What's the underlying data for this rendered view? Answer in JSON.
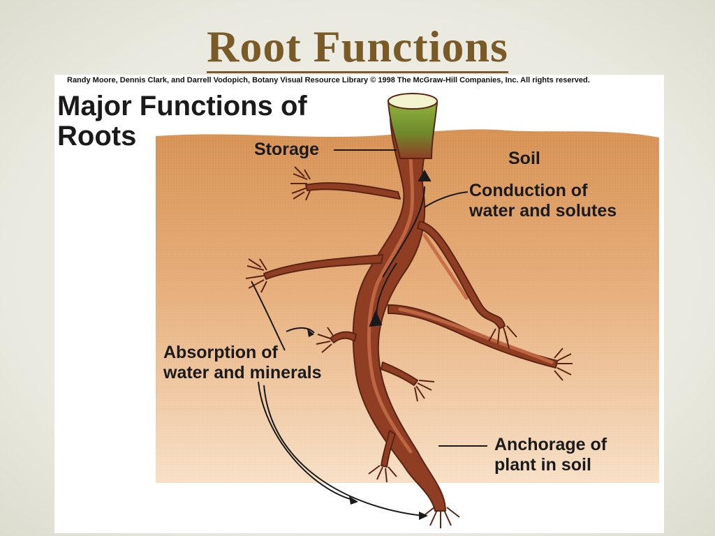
{
  "slide": {
    "title": "Root Functions"
  },
  "figure": {
    "credit": "Randy Moore, Dennis Clark, and Darrell Vodopich, Botany Visual Resource Library © 1998 The McGraw-Hill Companies, Inc. All rights reserved.",
    "heading": "Major Functions of\nRoots",
    "labels": {
      "storage": "Storage",
      "soil": "Soil",
      "conduction": "Conduction of\nwater and solutes",
      "absorption": "Absorption of\nwater and minerals",
      "anchorage": "Anchorage of\nplant in soil"
    },
    "colors": {
      "soil_top": "#d9995b",
      "soil_bottom": "#f6dcc0",
      "root": "#8f3e24",
      "root_light": "#c46a45",
      "stem_green": "#6d9a2e",
      "title": "#7a5a26"
    }
  }
}
